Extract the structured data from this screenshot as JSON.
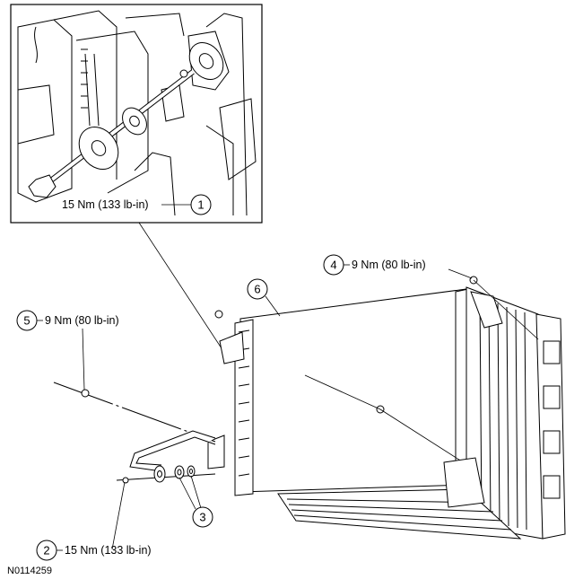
{
  "figure_id": "N0114259",
  "callouts": [
    {
      "number": "1",
      "spec": "15 Nm (133 lb-in)"
    },
    {
      "number": "2",
      "spec": "15 Nm (133 lb-in)"
    },
    {
      "number": "3",
      "spec": ""
    },
    {
      "number": "4",
      "spec": "9 Nm (80 lb-in)"
    },
    {
      "number": "5",
      "spec": "9 Nm (80 lb-in)"
    },
    {
      "number": "6",
      "spec": ""
    }
  ]
}
